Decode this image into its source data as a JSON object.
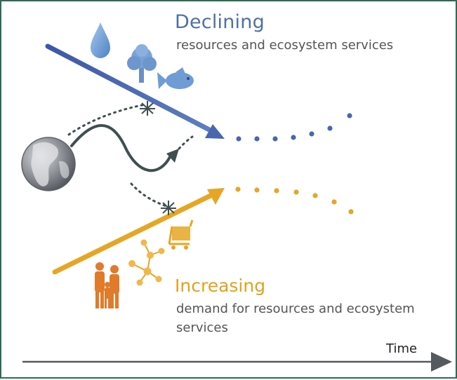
{
  "declining": {
    "title": "Declining",
    "subtitle": "resources and ecosystem services"
  },
  "increasing": {
    "title": "Increasing",
    "subtitle": "demand for resources and ecosystem services"
  },
  "time_axis": {
    "label": "Time"
  },
  "icons": {
    "declining": [
      "water-drop-icon",
      "tree-icon",
      "fish-icon"
    ],
    "increasing": [
      "family-icon",
      "molecule-icon",
      "shopping-cart-icon"
    ],
    "center": "globe-icon"
  },
  "colors": {
    "declining": "#4a66ad",
    "increasing": "#e6a625",
    "flow": "#3f4f4f",
    "border": "#2f6b52",
    "subtitle": "#555555"
  }
}
